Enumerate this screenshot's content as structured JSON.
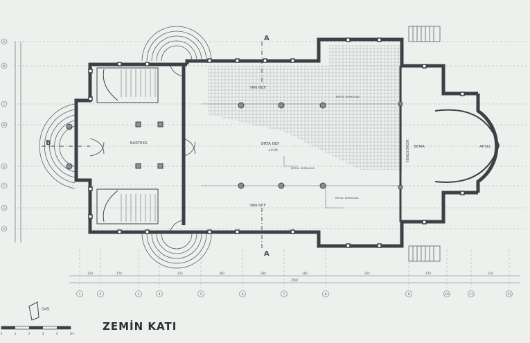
{
  "title": "ZEMİN  KATI",
  "rooms": {
    "narteks": "NARTEKS",
    "orta_nef": "ORTA NEF",
    "yan_nef_top": "YAN NEF",
    "yan_nef_bottom": "YAN NEF",
    "bema": "BEMA",
    "apsis": "APSIS",
    "ikonostasis": "İKONOSTASİS"
  },
  "section_marks": {
    "a_top": "A",
    "a_bottom": "A",
    "b_left": "B"
  },
  "notes": {
    "metal_korkuluk_1": "METAL KORKULUK",
    "metal_korkuluk_2": "METAL KORKULUK",
    "metal_korkuluk_3": "METAL KORKULUK"
  },
  "elevations": {
    "orta_nef_level": "±0.00"
  },
  "row_axes": [
    "A",
    "B",
    "C",
    "D",
    "E",
    "F",
    "G",
    "H"
  ],
  "col_axes": [
    "1",
    "2",
    "3",
    "4",
    "5",
    "6",
    "7",
    "8",
    "9",
    "10",
    "11",
    "12"
  ],
  "dims_bottom": [
    "120",
    "170",
    "225",
    "300",
    "300",
    "300",
    "225",
    "170",
    "120"
  ],
  "dim_total": "2500",
  "north": "045",
  "scale_ticks": [
    "0",
    "1",
    "2",
    "3",
    "4",
    "5m"
  ]
}
